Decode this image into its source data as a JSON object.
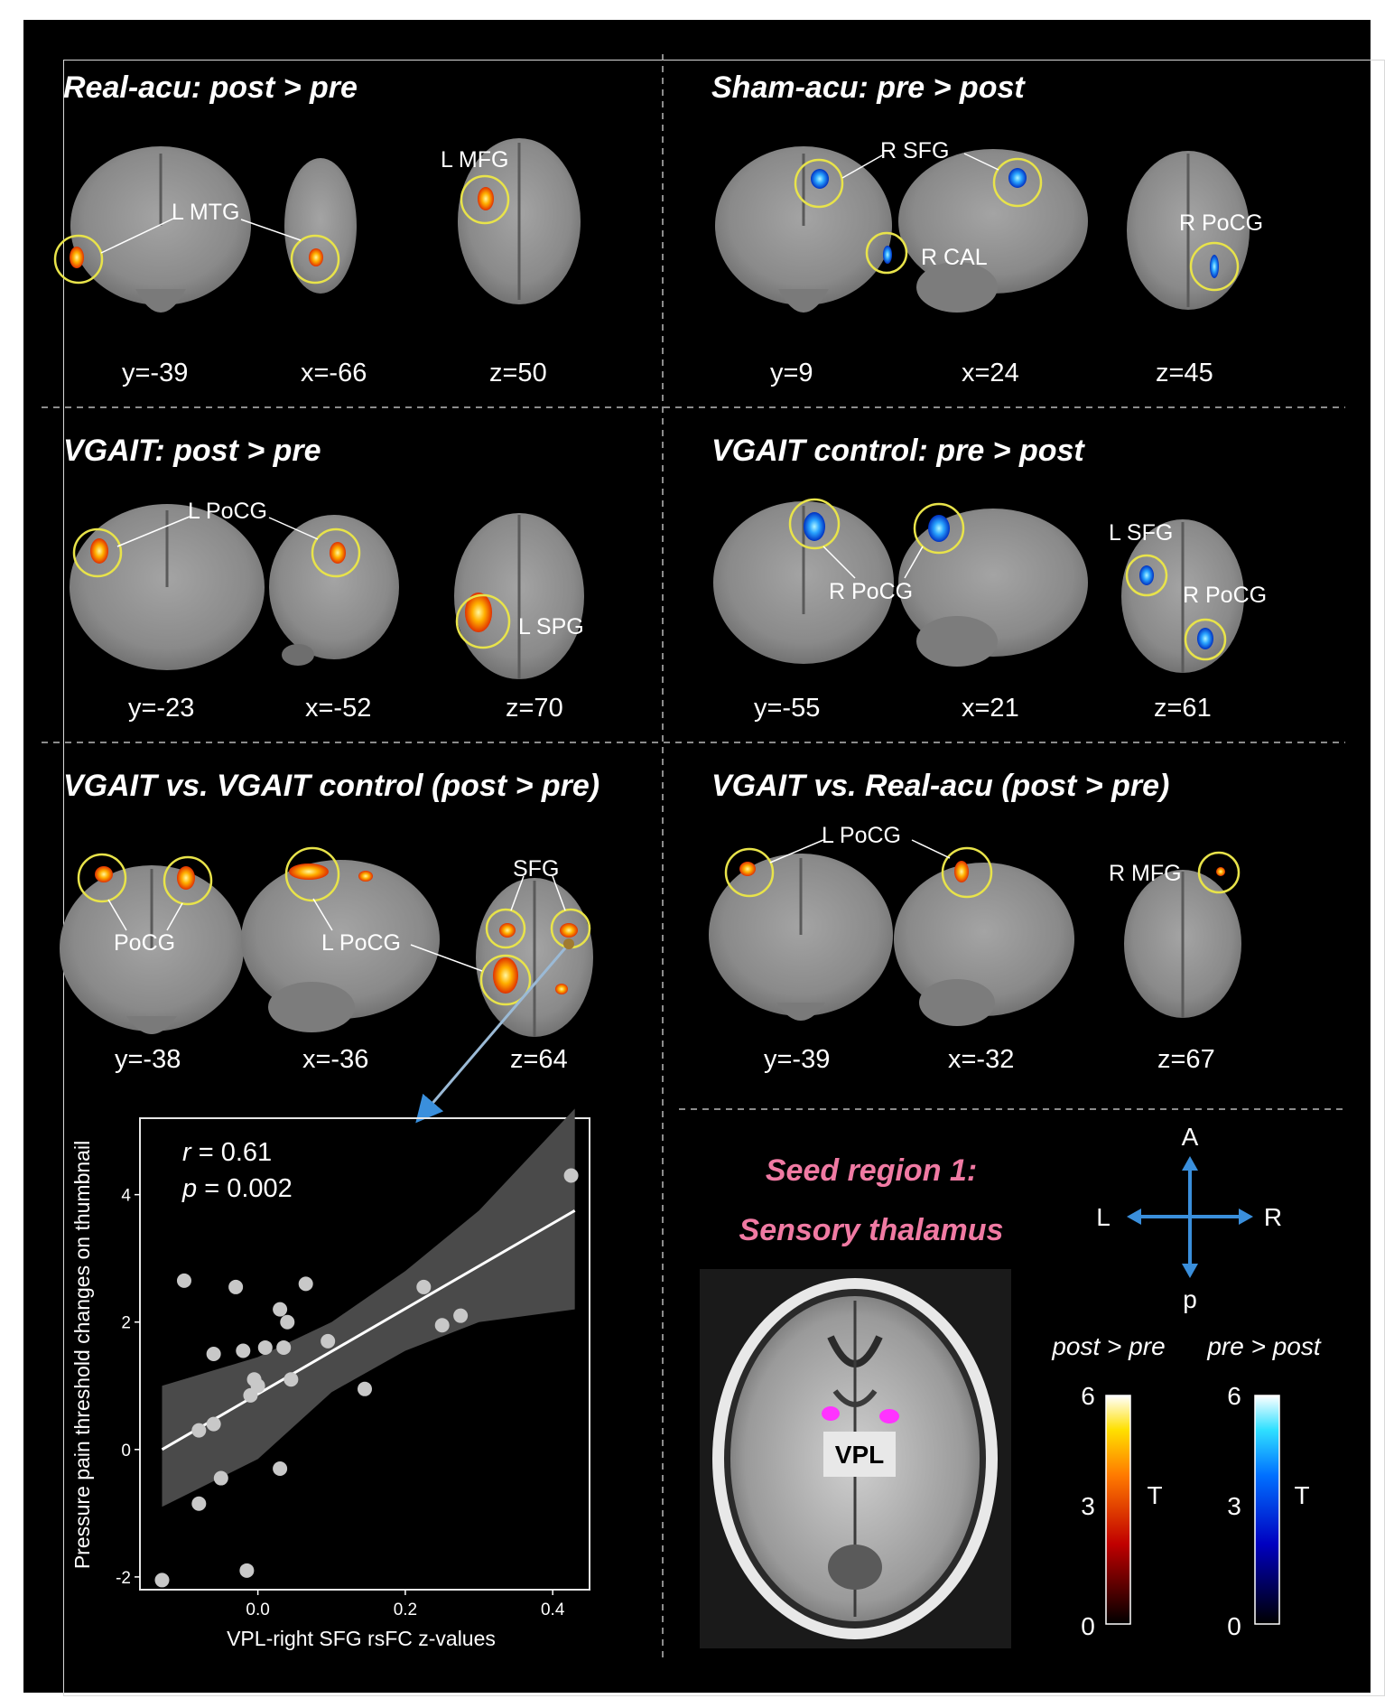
{
  "panels": [
    {
      "title": "Real-acu: post > pre",
      "coords": [
        "y=-39",
        "x=-66",
        "z=50"
      ],
      "labels": [
        "L MTG",
        "L MFG"
      ],
      "color": "warm"
    },
    {
      "title": "Sham-acu: pre > post",
      "coords": [
        "y=9",
        "x=24",
        "z=45"
      ],
      "labels": [
        "R SFG",
        "R CAL",
        "R PoCG"
      ],
      "color": "cool"
    },
    {
      "title": "VGAIT: post > pre",
      "coords": [
        "y=-23",
        "x=-52",
        "z=70"
      ],
      "labels": [
        "L PoCG",
        "L SPG"
      ],
      "color": "warm"
    },
    {
      "title": "VGAIT control: pre > post",
      "coords": [
        "y=-55",
        "x=21",
        "z=61"
      ],
      "labels": [
        "R PoCG",
        "L SFG",
        "R PoCG"
      ],
      "color": "cool"
    },
    {
      "title": "VGAIT vs. VGAIT control (post > pre)",
      "coords": [
        "y=-38",
        "x=-36",
        "z=64"
      ],
      "labels": [
        "PoCG",
        "L PoCG",
        "SFG"
      ],
      "color": "warm"
    },
    {
      "title": "VGAIT vs. Real-acu (post > pre)",
      "coords": [
        "y=-39",
        "x=-32",
        "z=67"
      ],
      "labels": [
        "L PoCG",
        "R MFG"
      ],
      "color": "warm"
    }
  ],
  "chart_data": {
    "type": "scatter",
    "xlabel": "VPL-right SFG rsFC z-values",
    "ylabel": "Pressure pain threshold changes on thumbnail",
    "xlim": [
      -0.16,
      0.45
    ],
    "ylim": [
      -2.2,
      5.2
    ],
    "xticks": [
      "0.0",
      "0.2",
      "0.4"
    ],
    "xtick_values": [
      0.0,
      0.2,
      0.4
    ],
    "yticks": [
      "-2",
      "0",
      "2",
      "4"
    ],
    "ytick_values": [
      -2,
      0,
      2,
      4
    ],
    "stats": {
      "r_label": "r",
      "r_value": " = 0.61",
      "p_label": "p",
      "p_value": " = 0.002"
    },
    "fit_line": {
      "x": [
        -0.13,
        0.43
      ],
      "y": [
        0.0,
        3.75
      ]
    },
    "confidence_band": {
      "x": [
        -0.13,
        0.0,
        0.1,
        0.2,
        0.3,
        0.43
      ],
      "upper": [
        1.0,
        1.45,
        2.0,
        2.8,
        3.75,
        5.35
      ],
      "lower": [
        -0.9,
        -0.15,
        0.9,
        1.55,
        2.0,
        2.2
      ]
    },
    "x": [
      -0.13,
      -0.1,
      -0.08,
      -0.08,
      -0.06,
      -0.06,
      -0.05,
      -0.03,
      -0.02,
      -0.015,
      -0.01,
      0.0,
      0.01,
      0.03,
      0.03,
      0.035,
      0.04,
      0.045,
      0.065,
      0.095,
      0.145,
      0.225,
      0.25,
      0.275,
      0.425,
      -0.005
    ],
    "y": [
      -2.05,
      2.65,
      0.3,
      -0.85,
      0.4,
      1.5,
      -0.45,
      2.55,
      1.55,
      -1.9,
      0.85,
      1.0,
      1.6,
      2.2,
      -0.3,
      1.6,
      2.0,
      1.1,
      2.6,
      1.7,
      0.95,
      2.55,
      1.95,
      2.1,
      4.3,
      1.1
    ],
    "point_color": "#c8c8c8"
  },
  "seed": {
    "line1": "Seed region 1:",
    "line2": "Sensory thalamus",
    "roi": "VPL",
    "roi_color": "#ff33ff"
  },
  "orientation": {
    "A": "A",
    "L": "L",
    "R": "R",
    "P": "p",
    "arrow_color": "#3a8fdc"
  },
  "colorbars": [
    {
      "title": "post > pre",
      "max": "6",
      "mid": "3",
      "min": "0",
      "unit": "T"
    },
    {
      "title": "pre > post",
      "max": "6",
      "mid": "3",
      "min": "0",
      "unit": "T"
    }
  ],
  "colors": {
    "warm": "#ff9a00",
    "cool": "#2a8cff",
    "circle": "#e8e34a",
    "gray": "#8a8a8a"
  }
}
